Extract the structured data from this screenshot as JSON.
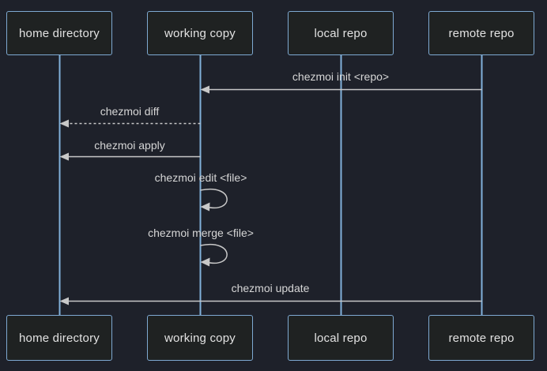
{
  "actors": [
    {
      "label": "home directory"
    },
    {
      "label": "working copy"
    },
    {
      "label": "local repo"
    },
    {
      "label": "remote repo"
    }
  ],
  "messages": [
    {
      "label": "chezmoi init <repo>",
      "from": "remote repo",
      "to": "working copy",
      "line": "solid"
    },
    {
      "label": "chezmoi diff",
      "from": "working copy",
      "to": "home directory",
      "line": "dashed"
    },
    {
      "label": "chezmoi apply",
      "from": "working copy",
      "to": "home directory",
      "line": "solid"
    },
    {
      "label": "chezmoi edit <file>",
      "from": "working copy",
      "to": "working copy",
      "line": "self-loop"
    },
    {
      "label": "chezmoi merge <file>",
      "from": "working copy",
      "to": "working copy",
      "line": "self-loop"
    },
    {
      "label": "chezmoi update",
      "from": "remote repo",
      "to": "home directory",
      "line": "solid"
    }
  ],
  "colors": {
    "background": "#1e212a",
    "actor_fill": "#1f2222",
    "actor_border": "#7ea9d2",
    "lifeline": "#81b1db",
    "signal": "#c8c8c8",
    "message_text": "#d6d6d6",
    "actor_text": "#e2e2e2"
  }
}
